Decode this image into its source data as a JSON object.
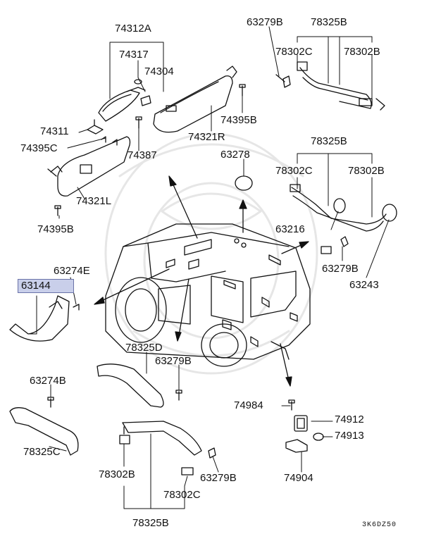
{
  "diagram": {
    "part_labels": [
      "74312A",
      "74317",
      "74304",
      "74311",
      "74395C",
      "74387",
      "74321L",
      "74395B",
      "63279B",
      "78325B",
      "78302C",
      "78302B",
      "74395B",
      "74321R",
      "63278",
      "78325B",
      "78302C",
      "78302B",
      "63216",
      "63279B",
      "63243",
      "63274E",
      "63144",
      "78325D",
      "63279B",
      "63274B",
      "78325C",
      "78302B",
      "63279B",
      "78302C",
      "78325B",
      "74984",
      "74912",
      "74913",
      "74904"
    ],
    "highlighted_part": "63144",
    "drawing_code": "3K6DZ50"
  }
}
